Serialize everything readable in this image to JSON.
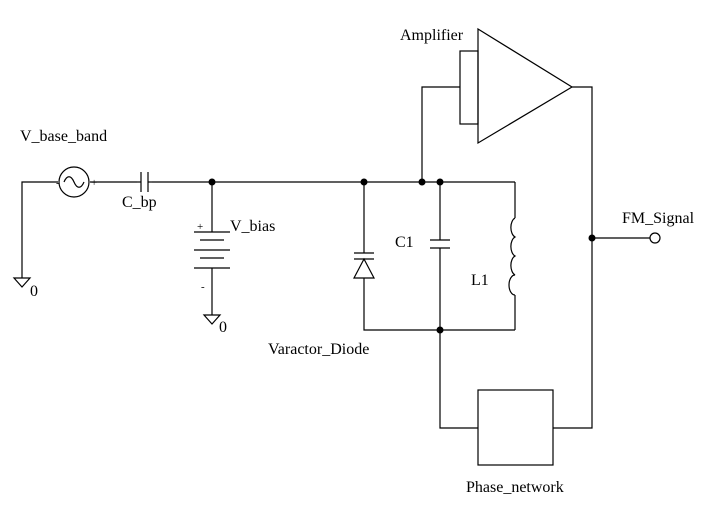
{
  "labels": {
    "amplifier": "Amplifier",
    "v_base_band": "V_base_band",
    "c_bp": "C_bp",
    "v_bias": "V_bias",
    "c1": "C1",
    "l1": "L1",
    "fm_signal": "FM_Signal",
    "varactor_diode": "Varactor_Diode",
    "phase_network": "Phase_network",
    "ground_left": "0",
    "ground_bias": "0",
    "source_minus": "-",
    "source_plus": "+",
    "bias_plus": "+",
    "bias_minus": "-"
  }
}
